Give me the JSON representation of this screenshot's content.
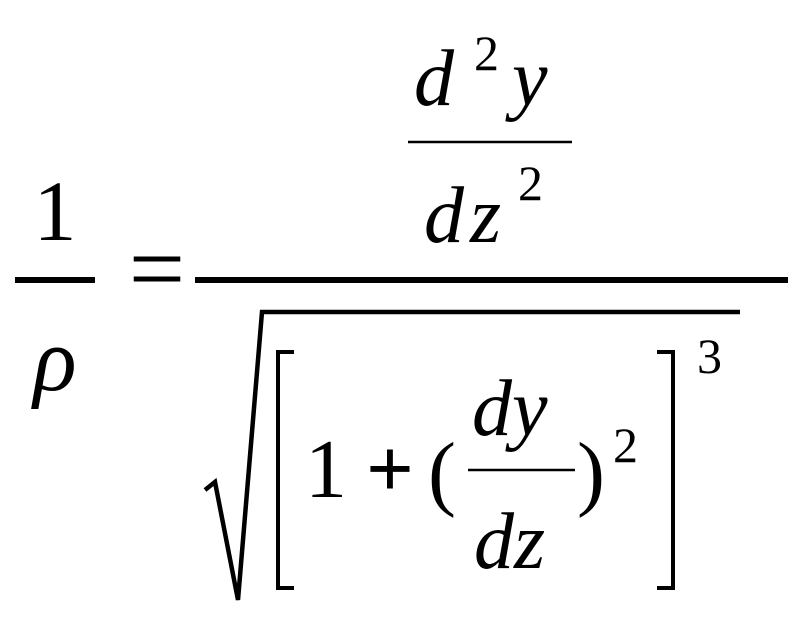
{
  "formula": {
    "lhs": {
      "numerator": "1",
      "denominator": "ρ"
    },
    "equals": "=",
    "rhs": {
      "numerator": {
        "top": {
          "d": "d",
          "exp": "2",
          "var": "y"
        },
        "bottom": {
          "d": "d",
          "var": "z",
          "exp": "2"
        }
      },
      "denominator": {
        "one": "1",
        "plus": "+",
        "paren_open": "(",
        "inner_top": "dy",
        "inner_bottom": "dz",
        "paren_close": ")",
        "inner_exp": "2",
        "bracket_exp": "3"
      }
    }
  },
  "colors": {
    "ink": "#000000",
    "background": "#ffffff"
  }
}
